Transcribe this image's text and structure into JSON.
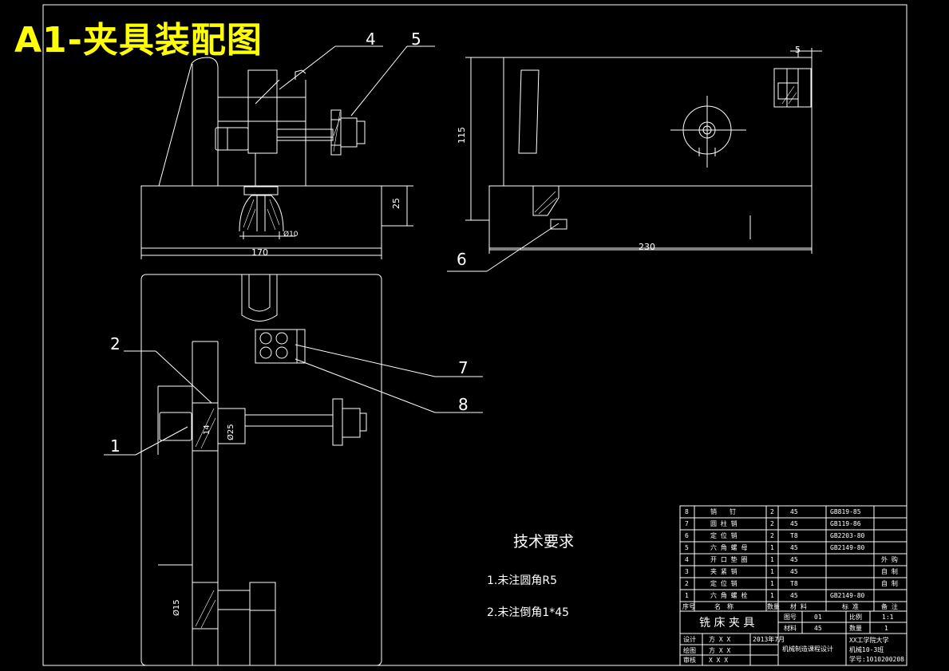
{
  "drawing_title": "A1-夹具装配图",
  "dimensions": {
    "d170": "170",
    "d25": "25",
    "d230": "230",
    "d115": "115",
    "d5": "5",
    "phi_side": "Ø10",
    "phi25": "Ø25",
    "phi15": "Ø15",
    "phi14": "14"
  },
  "balloons": {
    "b1": "1",
    "b2": "2",
    "b4": "4",
    "b5": "5",
    "b6": "6",
    "b7": "7",
    "b8": "8"
  },
  "tech_requirements": {
    "heading": "技术要求",
    "items": [
      "1.未注圆角R5",
      "2.未注倒角1*45"
    ]
  },
  "parts_table": {
    "rows": [
      [
        "8",
        "销　　钉",
        "2",
        "45",
        "GB819-85",
        ""
      ],
      [
        "7",
        "圆 柱 销",
        "2",
        "45",
        "GB119-86",
        ""
      ],
      [
        "6",
        "定 位 销",
        "2",
        "T8",
        "GB2203-80",
        ""
      ],
      [
        "5",
        "六 角 螺 母",
        "1",
        "45",
        "GB2149-80",
        ""
      ],
      [
        "4",
        "开 口 垫 圈",
        "1",
        "45",
        "",
        "外 购"
      ],
      [
        "3",
        "夹 紧 销",
        "1",
        "45",
        "",
        "自 制"
      ],
      [
        "2",
        "定 位 销",
        "1",
        "T8",
        "",
        "自 制"
      ],
      [
        "1",
        "六 角 螺 栓",
        "1",
        "45",
        "GB2149-80",
        ""
      ]
    ],
    "header": [
      "序号",
      "名　称",
      "数量",
      "材 料",
      "标 准",
      "备 注"
    ]
  },
  "title_block": {
    "name": "铣 床 夹 具",
    "drawing_no_label": "图号",
    "drawing_no": "01",
    "scale_label": "比例",
    "scale": "1:1",
    "material_label": "材料",
    "material": "45",
    "qty_label": "数量",
    "qty": "1",
    "designer_label": "设计",
    "designer": "方 X X",
    "date": "2013年7月",
    "drawer_label": "绘图",
    "drawer": "方 X X",
    "checker_label": "审核",
    "checker": "X X X",
    "course": "机械制造课程设计",
    "school": "XX工学院大学",
    "class": "机械10-3班",
    "student_no": "学号:1010200208"
  }
}
